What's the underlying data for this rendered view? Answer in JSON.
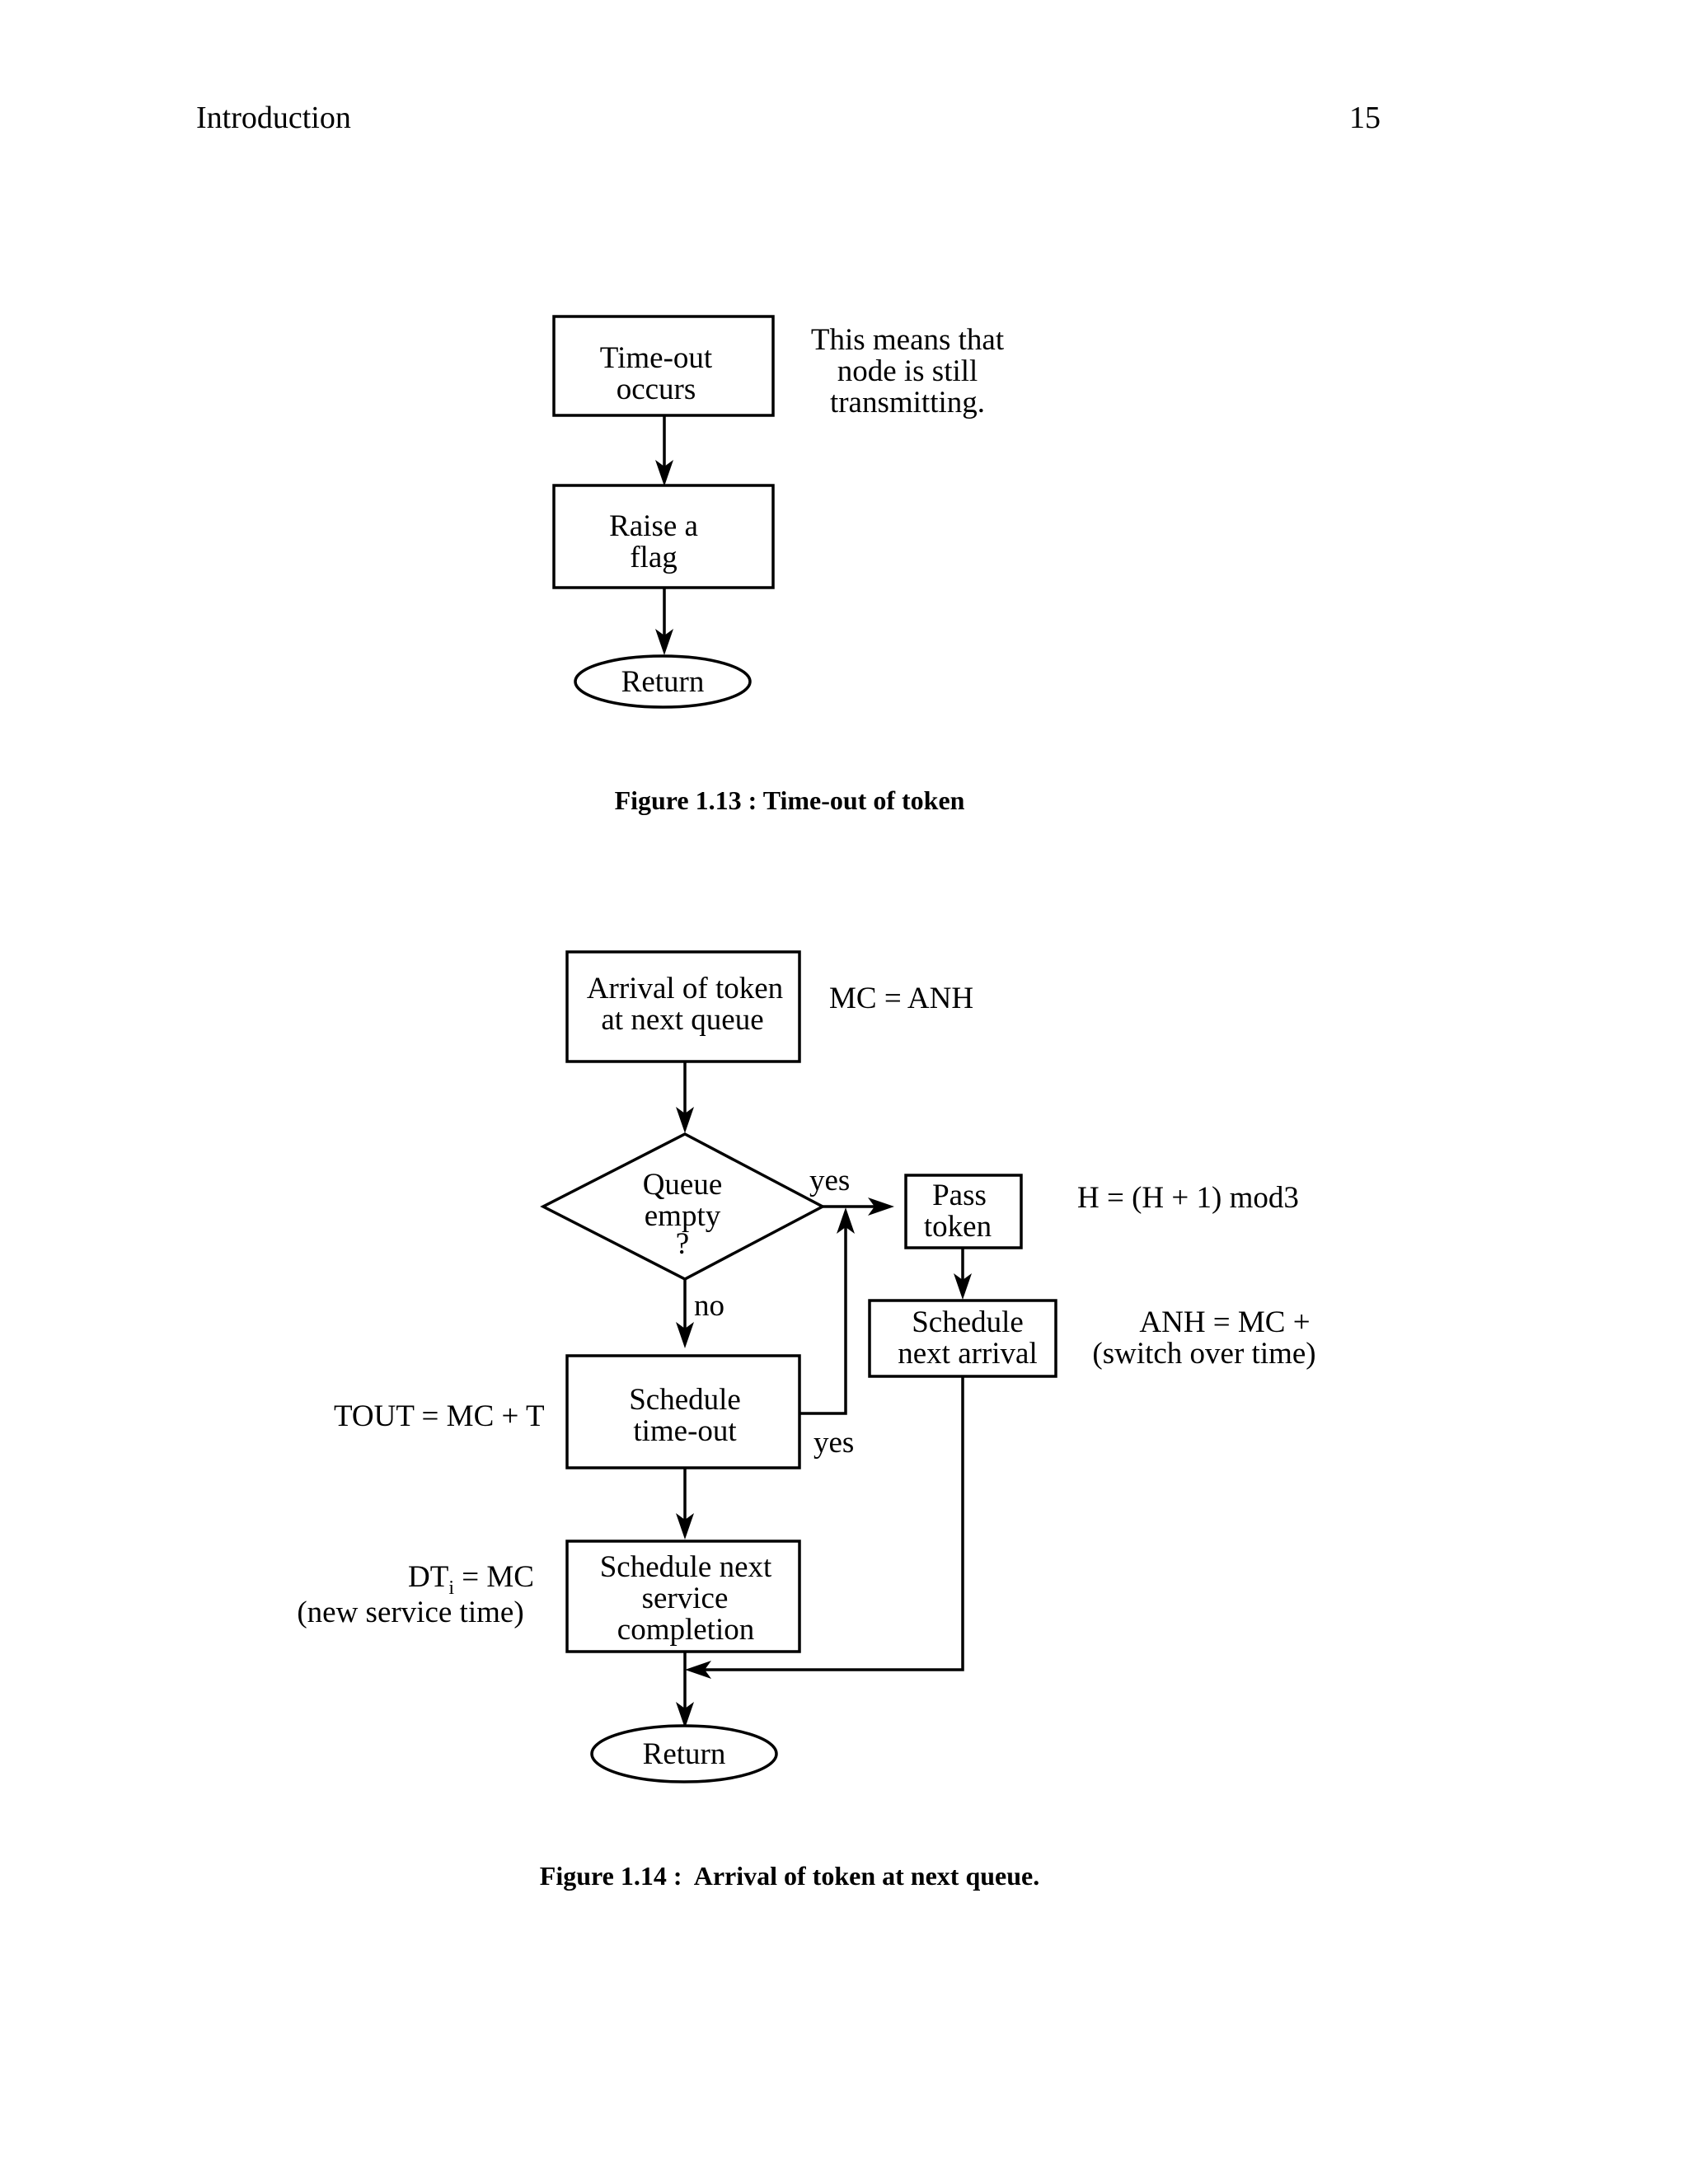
{
  "header": {
    "section": "Introduction",
    "page_number": "15"
  },
  "figure_13": {
    "caption": "Figure 1.13 : Time-out of token",
    "nodes": {
      "timeout": [
        "Time-out",
        "occurs"
      ],
      "raise_flag": [
        "Raise a",
        "flag"
      ],
      "return": "Return"
    },
    "note": [
      "This means that",
      "node is still",
      "transmitting."
    ]
  },
  "figure_14": {
    "caption": "Figure 1.14 :  Arrival of token at next queue.",
    "nodes": {
      "arrival": [
        "Arrival of token",
        "at next queue"
      ],
      "decision": [
        "Queue",
        "empty",
        "?"
      ],
      "pass_token": [
        "Pass",
        "token"
      ],
      "schedule_next_arrival": [
        "Schedule",
        "next arrival"
      ],
      "schedule_timeout": [
        "Schedule",
        "time-out"
      ],
      "schedule_service": [
        "Schedule next",
        "service",
        "completion"
      ],
      "return": "Return"
    },
    "edge_labels": {
      "yes_top": "yes",
      "no": "no",
      "yes_bottom": "yes"
    },
    "annotations": {
      "mc_anh": "MC = ANH",
      "h_mod": "H = (H + 1) mod3",
      "anh": [
        "ANH = MC +",
        "(switch over time)"
      ],
      "tout": "TOUT = MC + T",
      "dt_main": "DT",
      "dt_sub": "i",
      "dt_rest": " = MC",
      "dt_note": "(new service time)"
    }
  }
}
